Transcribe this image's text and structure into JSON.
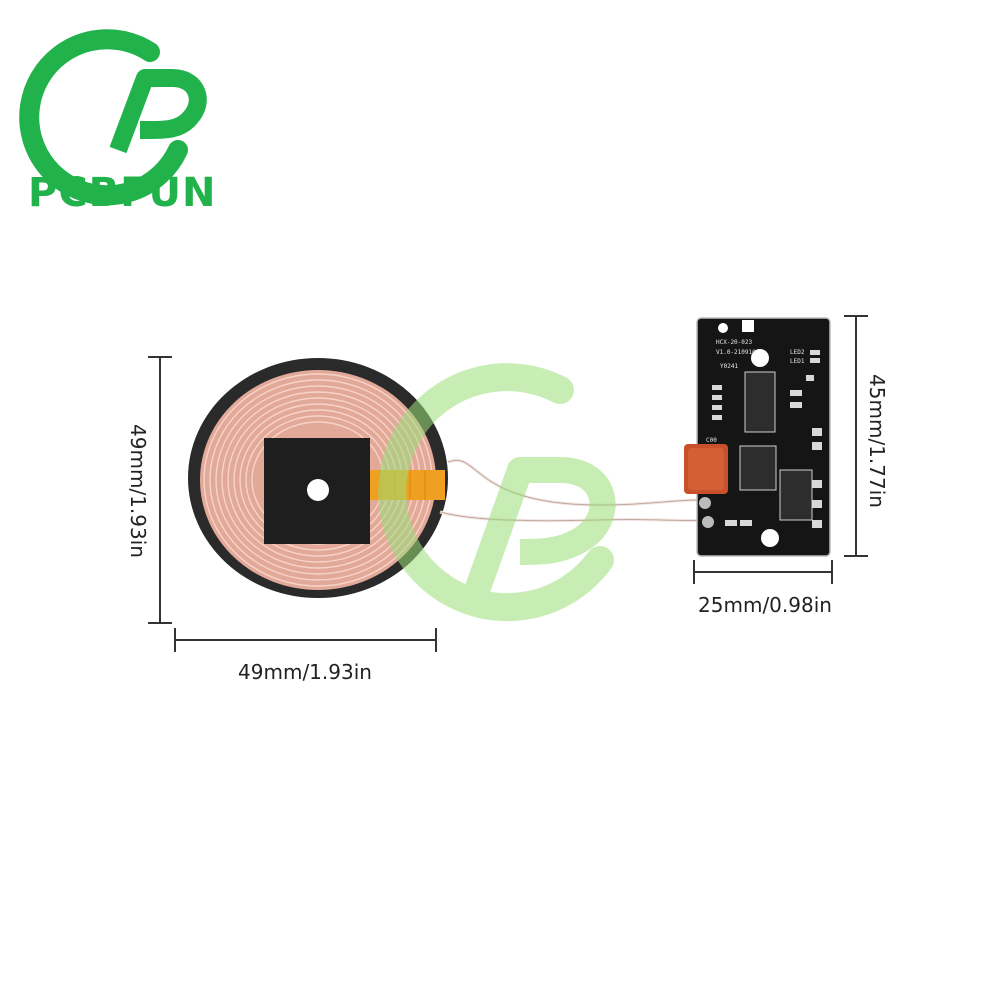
{
  "brand": {
    "name": "PCBFUN",
    "color": "#22b24c"
  },
  "dimensions": {
    "coil_width": "49mm/1.93in",
    "coil_height": "49mm/1.93in",
    "board_width": "25mm/0.98in",
    "board_height": "45mm/1.77in"
  },
  "board_silkscreen": {
    "model": "HCX-20-023",
    "version": "V1.0-210910",
    "code": "Y0241",
    "led2": "LED2",
    "led1": "LED1",
    "cap": "C00"
  },
  "colors": {
    "coil_wire": "#e8b8a8",
    "coil_backing": "#2a2a2a",
    "pcb": "#151515",
    "capacitor": "#c8502a",
    "tape": "#f0a020",
    "watermark": "#9be07a"
  }
}
